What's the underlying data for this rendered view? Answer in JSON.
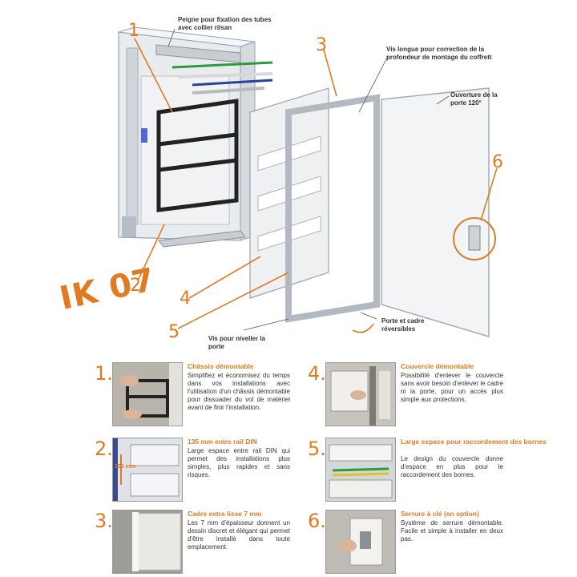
{
  "callouts": {
    "peigne": "Peigne pour fixation des tubes avec collier rilsan",
    "vis_longue": "Vis longue pour correction de la profondeur de montage du coffrett",
    "ouverture": "Ouverture de la porte 120°",
    "vis_niveler": "Vis pour niveller la porte",
    "porte_cadre": "Porte et cadre réversibles"
  },
  "diagram_numbers": [
    "1",
    "2",
    "3",
    "4",
    "5",
    "6"
  ],
  "ik_label": "IK 07",
  "features": [
    {
      "num": "1.",
      "title": "Châssis démontable",
      "desc": "Simplifiez et économisez du temps dans vos installations avec l'utilisation d'un châssis démontable pour dissuader du vol de matériel avant de finir l'installation."
    },
    {
      "num": "2.",
      "title": "135 mm entre rail DIN",
      "desc": "Large espace entre rail DIN qui permet des installations plus simples, plus rapides et sans risques.",
      "img_label": "135 mm"
    },
    {
      "num": "3.",
      "title": "Cadre extra lisse 7 mm",
      "desc": "Les 7 mm d'épaisseur donnent un dessin discret et élégant qui permet d'être installé dans toute emplacement."
    },
    {
      "num": "4.",
      "title": "Couvercle démontable",
      "desc": "Possibilité d'enlever le couvercle sans avoir besoin d'enlever le cadre ni la porte, pour un accès plus simple aux protections."
    },
    {
      "num": "5.",
      "title": "Large espace pour raccordement des bornes",
      "desc": "Le design du couvercle donne d'espace en plus pour le raccordement des bornes."
    },
    {
      "num": "6.",
      "title": "Serrure à clé (en option)",
      "desc": "Système de serrure démontable. Facile et simple à installer en deux pas."
    }
  ],
  "colors": {
    "accent": "#e07b22"
  }
}
